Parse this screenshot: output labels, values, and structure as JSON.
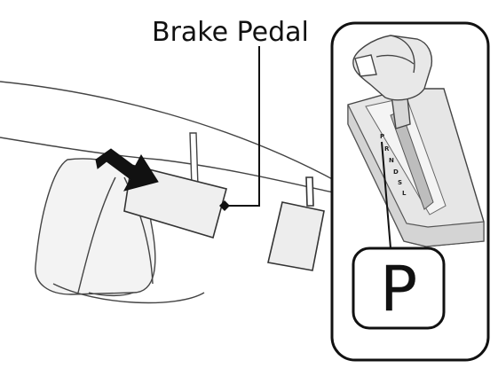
{
  "callout": {
    "label": "Brake Pedal"
  },
  "shifter": {
    "gates": [
      "P",
      "R",
      "N",
      "D",
      "S",
      "L"
    ],
    "selected": "P"
  },
  "colors": {
    "line": "#222222",
    "fill_light": "#f2f2f2",
    "fill_mid": "#dcdcdc",
    "arrow": "#111111"
  },
  "icons": {
    "direction_arrow": "press-arrow-icon"
  }
}
